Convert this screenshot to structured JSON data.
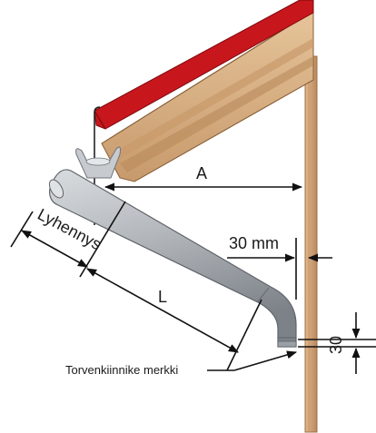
{
  "labels": {
    "dim_a": "A",
    "dim_shortening": "Lyhennys",
    "dim_l": "L",
    "dim_30mm": "30 mm",
    "dim_30": "30",
    "callout": "Torvenkiinnike merkki"
  },
  "colors": {
    "roof_red": "#c8161d",
    "wood": "#d9b48a",
    "pipe": "#a8adb3",
    "wall": "#cfa27a"
  }
}
